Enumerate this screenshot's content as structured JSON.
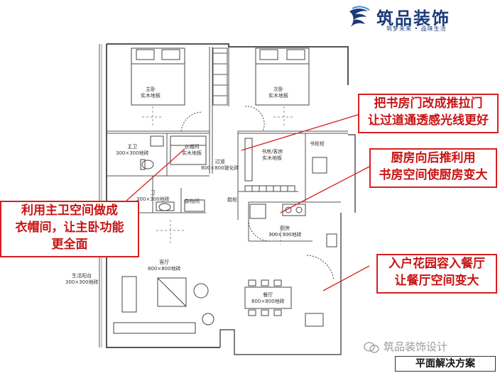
{
  "brand": {
    "name": "筑品装饰",
    "slogan": "筑梦未来 • 品味生活",
    "logo_icon": "wave-logo-icon",
    "color": "#1b3a7a"
  },
  "rooms": {
    "master_bedroom": "主卧\n实木地板",
    "second_bedroom": "次卧\n实木地板",
    "master_bath": "主卫\n300×300地砖",
    "cloakroom": "衣帽间\n实木地板",
    "hallway": "过道\n800×800玻化砖",
    "study": "书房/客房\n实木地板",
    "bookshelf": "书柜柜",
    "guest_bath": "卫\n300×300地砖",
    "storage": "杂物间",
    "shoe_cabinet": "鞋柜",
    "kitchen": "厨房\n300×300地砖",
    "living_room": "客厅\n800×800地砖",
    "balcony": "生活阳台\n300×300地砖",
    "dining_room": "餐厅\n800×800地砖"
  },
  "callouts": {
    "study_door": "把书房门改成推拉门\n让过道通透感光线更好",
    "kitchen": "厨房向后推利用\n书房空间使厨房变大",
    "cloakroom": "利用主卫空间做成\n衣帽间，让主卧功能\n更全面",
    "dining": "入户花园容入餐厅\n让餐厅空间变大"
  },
  "watermark": "筑品装饰设计",
  "footer": "平面解决方案",
  "colors": {
    "callout": "#d62020",
    "wall": "#555555"
  }
}
